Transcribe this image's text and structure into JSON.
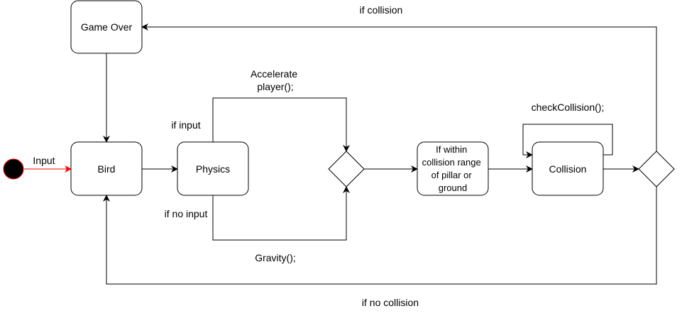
{
  "nodes": {
    "game_over": "Game Over",
    "bird": "Bird",
    "physics": "Physics",
    "range_check": [
      "If within",
      "collision range",
      "of pillar or",
      "ground"
    ],
    "collision": "Collision"
  },
  "edges": {
    "input": "Input",
    "if_input": "if input",
    "if_no_input": "if no input",
    "accelerate": [
      "Accelerate",
      "player();"
    ],
    "gravity": "Gravity();",
    "check_collision": "checkCollision();",
    "if_collision": "if collision",
    "if_no_collision": "if no collision"
  },
  "colors": {
    "stroke": "#000000",
    "start_node_fill": "#000000",
    "start_node_stroke": "#ff0000",
    "input_edge": "#ff0000",
    "node_fill": "#ffffff"
  }
}
